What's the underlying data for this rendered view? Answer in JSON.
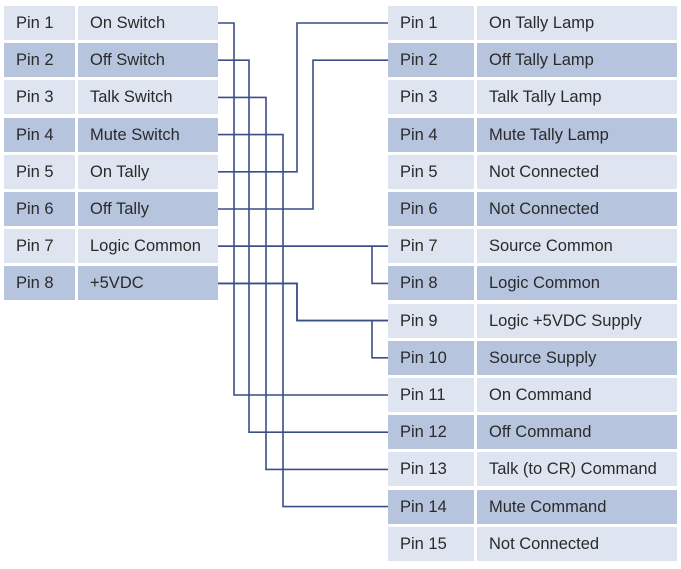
{
  "left_connector": [
    {
      "pin": "Pin 1",
      "function": "On Switch"
    },
    {
      "pin": "Pin 2",
      "function": "Off Switch"
    },
    {
      "pin": "Pin 3",
      "function": "Talk Switch"
    },
    {
      "pin": "Pin 4",
      "function": "Mute Switch"
    },
    {
      "pin": "Pin 5",
      "function": "On Tally"
    },
    {
      "pin": "Pin 6",
      "function": "Off Tally"
    },
    {
      "pin": "Pin 7",
      "function": "Logic Common"
    },
    {
      "pin": "Pin 8",
      "function": "+5VDC"
    }
  ],
  "right_connector": [
    {
      "pin": "Pin 1",
      "function": "On Tally Lamp"
    },
    {
      "pin": "Pin 2",
      "function": "Off Tally Lamp"
    },
    {
      "pin": "Pin 3",
      "function": "Talk Tally Lamp"
    },
    {
      "pin": "Pin 4",
      "function": "Mute Tally Lamp"
    },
    {
      "pin": "Pin 5",
      "function": "Not Connected"
    },
    {
      "pin": "Pin 6",
      "function": "Not Connected"
    },
    {
      "pin": "Pin 7",
      "function": "Source Common"
    },
    {
      "pin": "Pin 8",
      "function": "Logic Common"
    },
    {
      "pin": "Pin 9",
      "function": "Logic +5VDC Supply"
    },
    {
      "pin": "Pin 10",
      "function": "Source Supply"
    },
    {
      "pin": "Pin 11",
      "function": "On Command"
    },
    {
      "pin": "Pin 12",
      "function": "Off Command"
    },
    {
      "pin": "Pin 13",
      "function": "Talk (to CR) Command"
    },
    {
      "pin": "Pin 14",
      "function": "Mute Command"
    },
    {
      "pin": "Pin 15",
      "function": "Not Connected"
    }
  ],
  "connections": [
    {
      "from": "left.1",
      "to": "right.11"
    },
    {
      "from": "left.2",
      "to": "right.12"
    },
    {
      "from": "left.3",
      "to": "right.13"
    },
    {
      "from": "left.4",
      "to": "right.14"
    },
    {
      "from": "left.5",
      "to": "right.1"
    },
    {
      "from": "left.6",
      "to": "right.2"
    },
    {
      "from": "left.7",
      "to": "right.7"
    },
    {
      "from": "left.7",
      "to": "right.8"
    },
    {
      "from": "left.8",
      "to": "right.9"
    },
    {
      "from": "left.8",
      "to": "right.10"
    }
  ],
  "colors": {
    "row_light": "#dfe5f0",
    "row_dark": "#b7c4de",
    "wire": "#3a4f86"
  }
}
